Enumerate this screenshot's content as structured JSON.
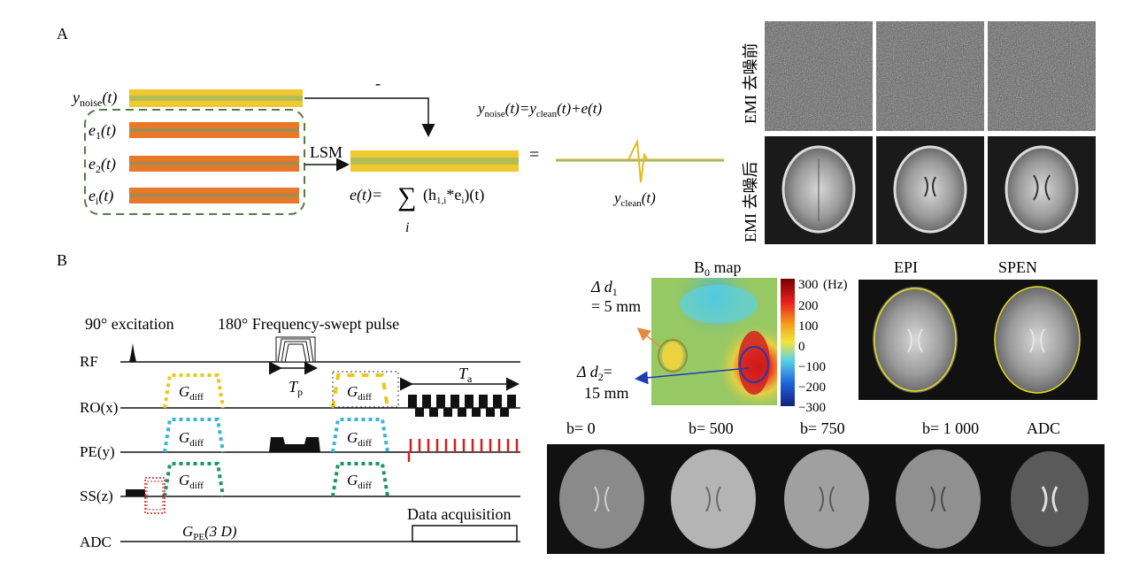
{
  "panel_a": {
    "label": "A",
    "y_noise_base": "y",
    "y_noise_sub": "noise",
    "y_noise_arg": "(t)",
    "e_base": "e",
    "e_sub": [
      "1",
      "2",
      "i"
    ],
    "e_arg": "(t)",
    "lsm": "LSM",
    "minus": "-",
    "equals": "=",
    "model_eq": {
      "y_noise": "y",
      "sub_noise": "noise",
      "y_clean": "y",
      "sub_clean": "clean",
      "eq": "(t)=",
      "plus": "(t)+",
      "e_t": "e(t)"
    },
    "sum_eq": {
      "lhs": "e(t)=",
      "index": "i",
      "body1": "(h",
      "sub_h": "1,i",
      "star": "*e",
      "sub_e": "i",
      "tail": ")(t)"
    },
    "y_clean": {
      "base": "y",
      "sub": "clean",
      "arg": "(t)"
    },
    "row_label_before": "EMI 去噪前",
    "row_label_after": "EMI 去噪后"
  },
  "panel_b": {
    "label": "B",
    "excitation_90": "90°  excitation",
    "pulse_180": "180°  Frequency-swept pulse",
    "channels": [
      "RF",
      "RO(x)",
      "PE(y)",
      "SS(z)",
      "ADC"
    ],
    "g_diff_base": "G",
    "g_diff_sub": "diff",
    "t_p_base": "T",
    "t_p_sub": "p",
    "t_a_base": "T",
    "t_a_sub": "a",
    "g_pe_base": "G",
    "g_pe_sub": "PE",
    "g_pe_arg": "(3 D)",
    "data_acquisition": "Data acquisition"
  },
  "b0_map": {
    "title_base": "B",
    "title_sub": "0",
    "title_tail": " map",
    "delta_d1": {
      "prefix": "Δ d",
      "sub": "1",
      "value": "= 5 mm"
    },
    "delta_d2": {
      "prefix": "Δ d",
      "sub": "2",
      "eq": "=",
      "value": "15 mm"
    },
    "colorbar_ticks": [
      "300",
      "200",
      "100",
      "0",
      "−100",
      "−200",
      "−300"
    ],
    "colorbar_unit": "(Hz)",
    "colors": {
      "red": "#c81e1e",
      "yellow": "#f5e63c",
      "cyan": "#5ad2e6",
      "blue": "#1e3cb4",
      "green": "#96c864"
    }
  },
  "epi_spen": {
    "labels": [
      "EPI",
      "SPEN"
    ]
  },
  "diffusion": {
    "labels": [
      "b= 0",
      "b= 500",
      "b= 750",
      "b= 1 000",
      "ADC"
    ]
  }
}
